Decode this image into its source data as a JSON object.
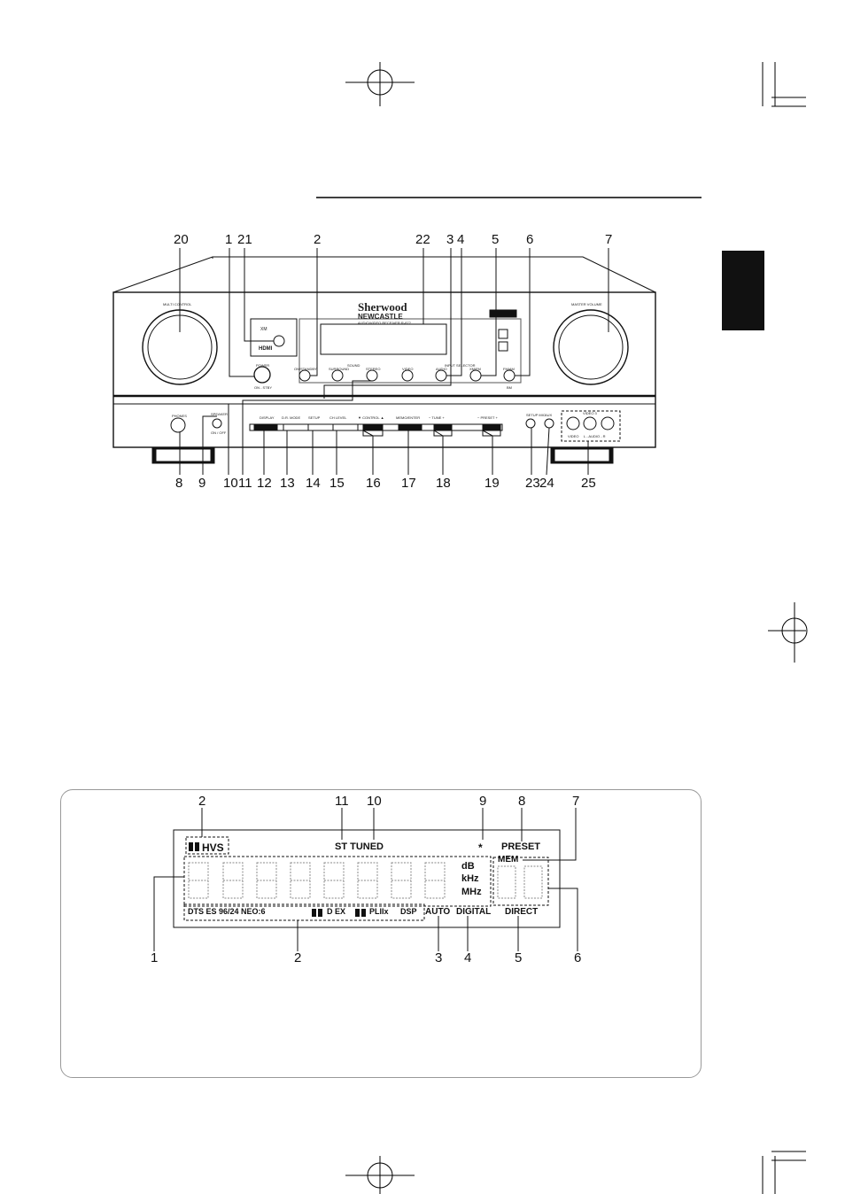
{
  "front_panel": {
    "brand": "Sherwood",
    "series": "NEWCASTLE",
    "model_line": "AUDIO/VIDEO RECEIVER R-872",
    "logo_hdmi": "HDMI",
    "logo_xm": "XM",
    "knob_left_label": "MULTI CONTROL",
    "knob_right_label": "MASTER VOLUME",
    "buttons_top": [
      "POWER",
      "ON/STANDBY",
      "SURROUND",
      "STEREO",
      "VIDEO",
      "AUDIO",
      "XM/FM",
      "FM/AM"
    ],
    "buttons_top_sub": [
      "ON - STBY",
      "",
      "",
      "",
      "",
      "",
      "",
      "BM"
    ],
    "input_sel_label": "INPUT SELECTOR",
    "sound_label": "SOUND",
    "buttons_bottom": [
      "DISPLAY",
      "D.R. MODE",
      "SETUP",
      "CH LEVEL",
      "▼  CONTROL  ▲",
      "MEMO/ENTER",
      "−   TUNE   +",
      "−   PRESET   +"
    ],
    "phones_label": "PHONES",
    "speaker_label": "SPEAKER",
    "speaker_sub": "ON / OFF",
    "setup_mic_label": "SETUP MIC",
    "aux_label": "AUX",
    "video3_label": "VIDEO 3",
    "video3_sub": [
      "VIDEO",
      "L - AUDIO - R"
    ],
    "callouts_top": [
      "20",
      "1",
      "21",
      "2",
      "22",
      "3",
      "4",
      "5",
      "6",
      "7"
    ],
    "callouts_bottom": [
      "8",
      "9",
      "10",
      "11",
      "12",
      "13",
      "14",
      "15",
      "16",
      "17",
      "18",
      "19",
      "23",
      "24",
      "25"
    ]
  },
  "display_panel": {
    "callouts_top": [
      "2",
      "11",
      "10",
      "9",
      "8",
      "7"
    ],
    "callouts_bottom": [
      "1",
      "2",
      "3",
      "4",
      "5",
      "6"
    ],
    "indicators": {
      "hvs": "HVS",
      "st_tuned": "ST TUNED",
      "sleep": "*",
      "preset": "PRESET",
      "mem": "MEM",
      "db": "dB",
      "khz": "kHz",
      "mhz": "MHz",
      "formats": "DTS ES 96/24 NEO:6",
      "dolby_formats": "D EX",
      "pliix": "PLIIx",
      "dsp": "DSP",
      "auto": "AUTO",
      "digital": "DIGITAL",
      "direct": "DIRECT"
    }
  }
}
